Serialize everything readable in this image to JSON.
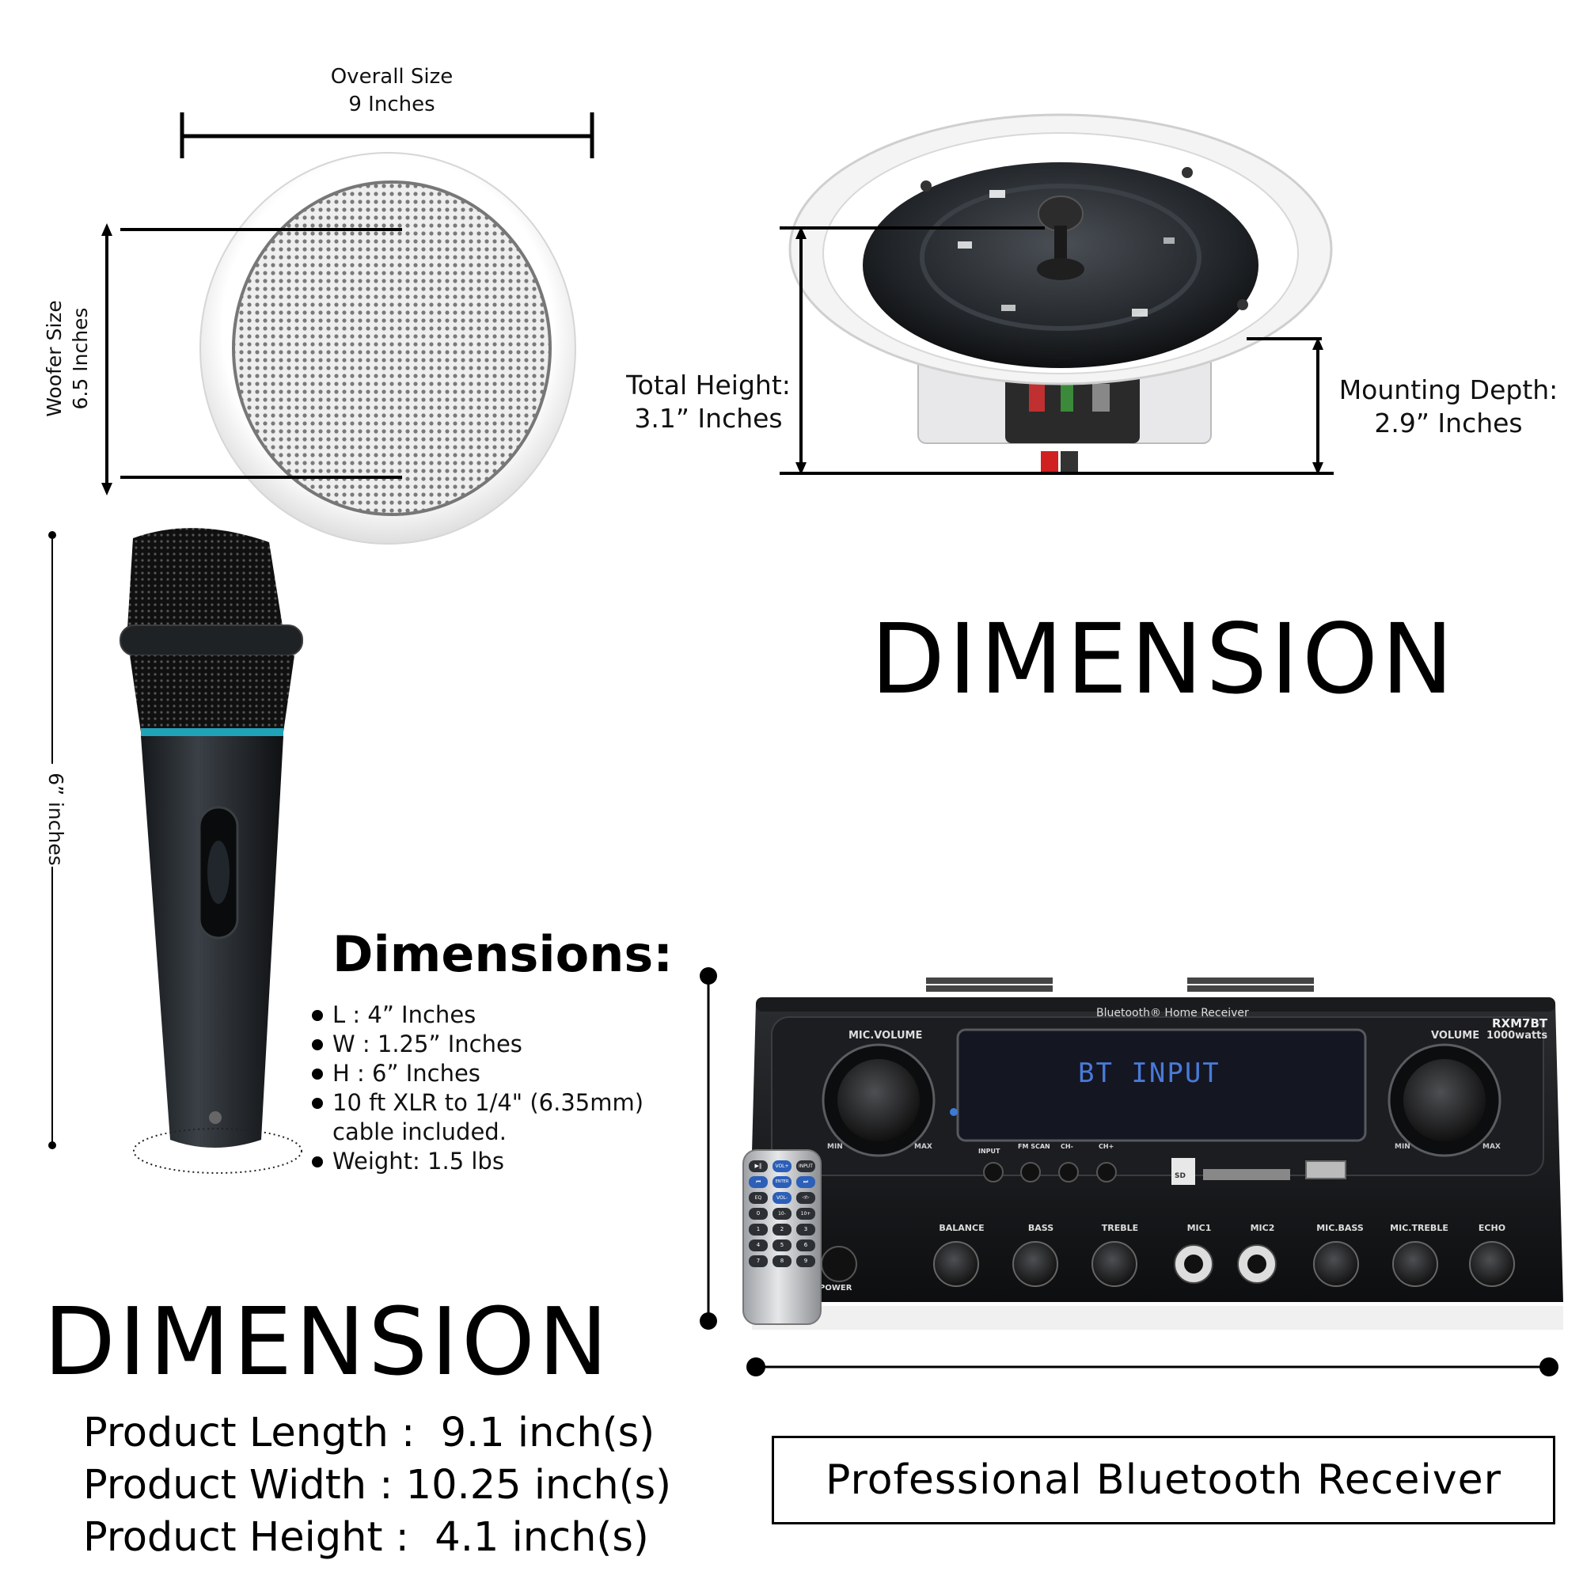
{
  "speaker_front": {
    "overall_size_label": "Overall Size",
    "overall_size_value": "9 Inches",
    "woofer_size_label": "Woofer Size",
    "woofer_size_value": "6.5 Inches"
  },
  "speaker_side": {
    "total_height_label": "Total Height:",
    "total_height_value": "3.1” Inches",
    "mounting_depth_label": "Mounting Depth:",
    "mounting_depth_value": "2.9” Inches"
  },
  "headline_right": "DIMENSION",
  "microphone": {
    "height_label": "6” inches",
    "dimensions_title": "Dimensions:",
    "specs": [
      "L : 4” Inches",
      "W : 1.25” Inches",
      "H : 6” Inches",
      "10 ft XLR to 1/4\" (6.35mm) cable included.",
      "Weight: 1.5 lbs"
    ]
  },
  "headline_left": "DIMENSION",
  "product_specs": [
    "Product Length :  9.1 inch(s)",
    "Product Width : 10.25 inch(s)",
    "Product Height :  4.1 inch(s)"
  ],
  "receiver": {
    "brand_line": "Bluetooth® Home Receiver",
    "model": "RXM7BT",
    "power": "1000watts",
    "mic_volume_label": "MIC.VOLUME",
    "volume_label": "VOLUME",
    "display_text": "BT INPUT",
    "min_label": "MIN",
    "max_label": "MAX",
    "buttons": [
      "INPUT",
      "FM SCAN",
      "CH-",
      "CH+"
    ],
    "sd_label": "SD",
    "knobs": [
      "BALANCE",
      "BASS",
      "TREBLE",
      "MIC1",
      "MIC2",
      "MIC.BASS",
      "MIC.TREBLE",
      "ECHO"
    ],
    "power_label": "POWER",
    "caption": "Professional Bluetooth Receiver"
  },
  "remote": {
    "keys": [
      "▶‖",
      "VOL+",
      "INPUT",
      "⏮",
      "ENTER",
      "⏭",
      "EQ",
      "VOL-",
      "◁/▷",
      "0",
      "10-",
      "10+",
      "1",
      "2",
      "3",
      "4",
      "5",
      "6",
      "7",
      "8",
      "9"
    ]
  }
}
